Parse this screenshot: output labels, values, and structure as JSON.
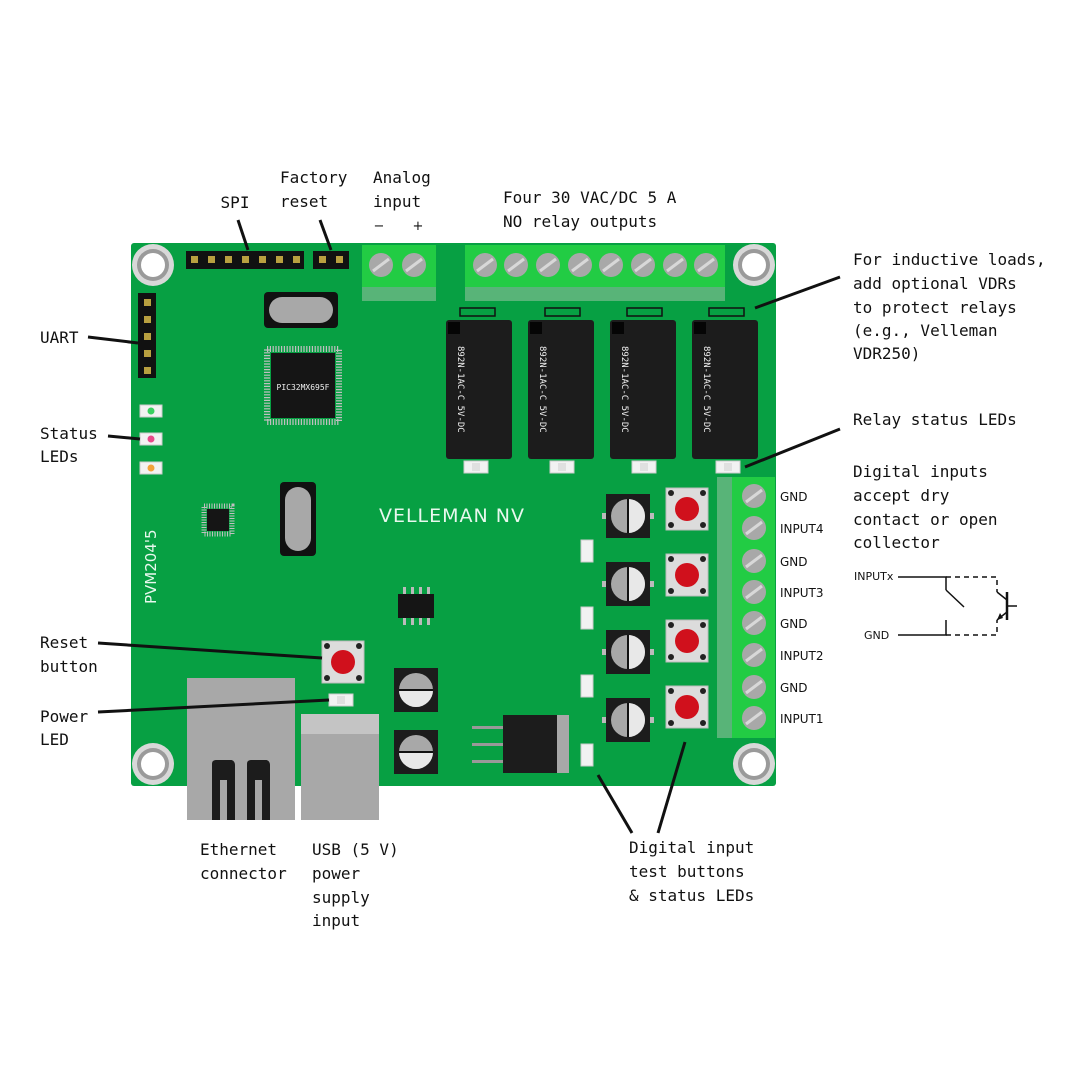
{
  "board": {
    "brand": "VELLEMAN NV",
    "model": "PVM204'5",
    "mcu": "PIC32MX695F",
    "relay_part": "892N-1AC-C 5V-DC"
  },
  "labels": {
    "spi": "SPI",
    "factory_reset": [
      "Factory",
      "reset"
    ],
    "analog_input": [
      "Analog",
      "input"
    ],
    "analog_minus": "−",
    "analog_plus": "+",
    "relay_outputs": [
      "Four 30 VAC/DC 5 A",
      "NO relay outputs"
    ],
    "vdr_note": [
      "For inductive loads,",
      "add optional VDRs",
      "to protect relays",
      "(e.g., Velleman",
      "VDR250)"
    ],
    "uart": "UART",
    "status_leds": [
      "Status",
      "LEDs"
    ],
    "relay_status_leds": "Relay status LEDs",
    "digital_inputs_note": [
      "Digital inputs",
      "accept dry",
      "contact or open",
      "collector"
    ],
    "reset_button": [
      "Reset",
      "button"
    ],
    "power_led": [
      "Power",
      "LED"
    ],
    "ethernet": [
      "Ethernet",
      "connector"
    ],
    "usb": [
      "USB (5 V)",
      "power",
      "supply",
      "input"
    ],
    "digital_test": [
      "Digital input",
      "test buttons",
      "& status LEDs"
    ]
  },
  "input_terminals": [
    "GND",
    "INPUT4",
    "GND",
    "INPUT3",
    "GND",
    "INPUT2",
    "GND",
    "INPUT1"
  ],
  "schematic": {
    "input_label": "INPUTx",
    "gnd_label": "GND"
  },
  "colors": {
    "pcb": "#07a043",
    "terminal": "#22cc44",
    "relay": "#1c1c1c",
    "button_red": "#d0101c",
    "metal": "#a8a8a8"
  }
}
